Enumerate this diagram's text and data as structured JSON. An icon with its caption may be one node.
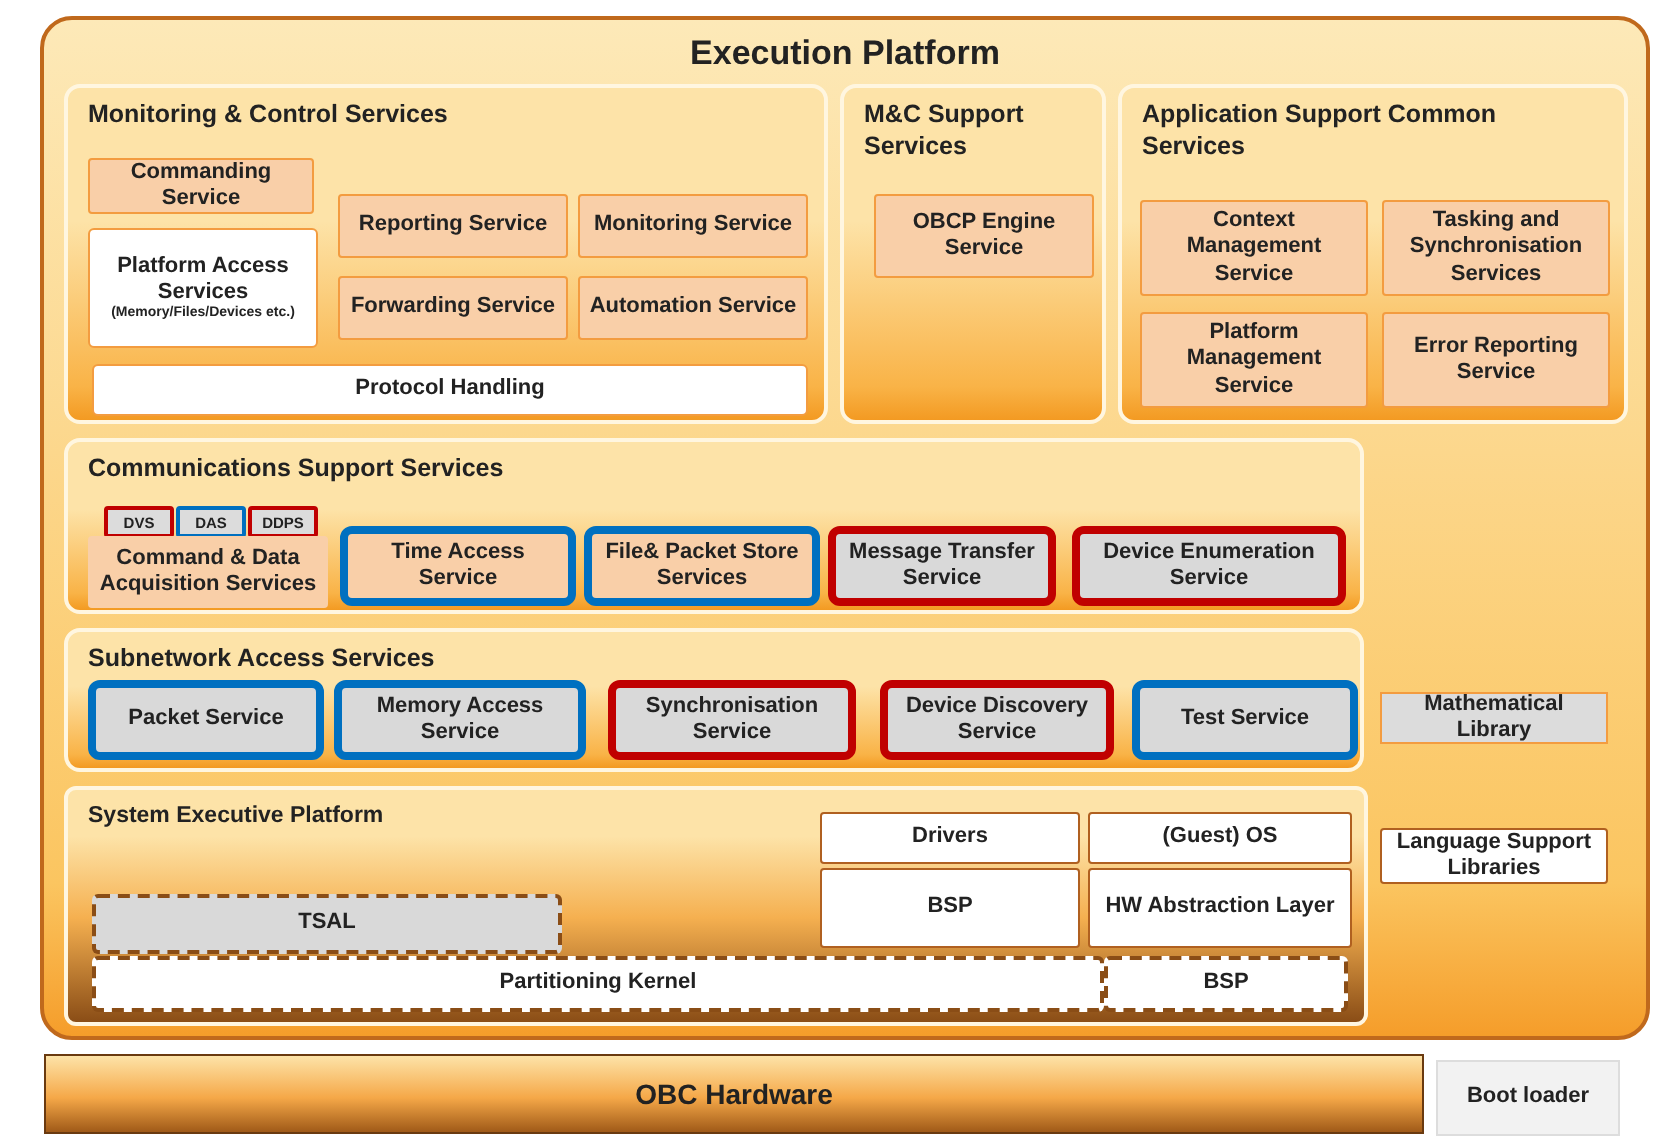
{
  "diagram": {
    "nodes": [
      {
        "text": [
          "Execution Platform"
        ]
      },
      {
        "text": [
          "Monitoring & Control Services"
        ],
        "in": 0
      },
      {
        "text": [
          "Commanding Service"
        ],
        "in": 1
      },
      {
        "text": [
          "Reporting Service"
        ],
        "in": 1
      },
      {
        "text": [
          "Monitoring Service"
        ],
        "in": 1
      },
      {
        "text": [
          "Platform Access Services",
          "(Memory/Files/Devices etc.)"
        ],
        "in": 1
      },
      {
        "text": [
          "Forwarding Service"
        ],
        "in": 1
      },
      {
        "text": [
          "Automation Service"
        ],
        "in": 1
      },
      {
        "text": [
          "Protocol Handling"
        ],
        "in": 1
      },
      {
        "text": [
          "M&C Support Services"
        ],
        "in": 0
      },
      {
        "text": [
          "OBCP Engine Service"
        ],
        "in": 9
      },
      {
        "text": [
          "Application Support Common Services"
        ],
        "in": 0
      },
      {
        "text": [
          "Context Management Service"
        ],
        "in": 11
      },
      {
        "text": [
          "Tasking and Synchronisation Services"
        ],
        "in": 11
      },
      {
        "text": [
          "Platform Management Service"
        ],
        "in": 11
      },
      {
        "text": [
          "Error Reporting Service"
        ],
        "in": 11
      },
      {
        "text": [
          "Communications Support Services"
        ],
        "in": 0
      },
      {
        "text": [
          "DVS"
        ],
        "in": 16
      },
      {
        "text": [
          "DAS"
        ],
        "in": 16
      },
      {
        "text": [
          "DDPS"
        ],
        "in": 16
      },
      {
        "text": [
          "Command & Data Acquisition Services"
        ],
        "in": 16
      },
      {
        "text": [
          "Time Access Service"
        ],
        "in": 16
      },
      {
        "text": [
          "File& Packet Store Services"
        ],
        "in": 16
      },
      {
        "text": [
          "Message Transfer Service"
        ],
        "in": 16
      },
      {
        "text": [
          "Device Enumeration Service"
        ],
        "in": 16
      },
      {
        "text": [
          "Subnetwork Access Services"
        ],
        "in": 0
      },
      {
        "text": [
          "Packet Service"
        ],
        "in": 25
      },
      {
        "text": [
          "Memory Access Service"
        ],
        "in": 25
      },
      {
        "text": [
          "Synchronisation Service"
        ],
        "in": 25
      },
      {
        "text": [
          "Device Discovery Service"
        ],
        "in": 25
      },
      {
        "text": [
          "Test Service"
        ],
        "in": 25
      },
      {
        "text": [
          "Mathematical Library"
        ],
        "in": 0
      },
      {
        "text": [
          "System Executive Platform"
        ],
        "in": 0
      },
      {
        "text": [
          "Drivers"
        ],
        "in": 32
      },
      {
        "text": [
          "(Guest) OS"
        ],
        "in": 32
      },
      {
        "text": [
          "BSP"
        ],
        "in": 32
      },
      {
        "text": [
          "HW Abstraction Layer"
        ],
        "in": 32
      },
      {
        "text": [
          "TSAL"
        ],
        "in": 32
      },
      {
        "text": [
          "Partitioning Kernel"
        ],
        "in": 32
      },
      {
        "text": [
          "BSP"
        ],
        "in": 32
      },
      {
        "text": [
          "Language Support Libraries"
        ],
        "in": 0
      },
      {
        "text": [
          "OBC Hardware"
        ]
      },
      {
        "text": [
          "Boot loader"
        ]
      }
    ]
  }
}
